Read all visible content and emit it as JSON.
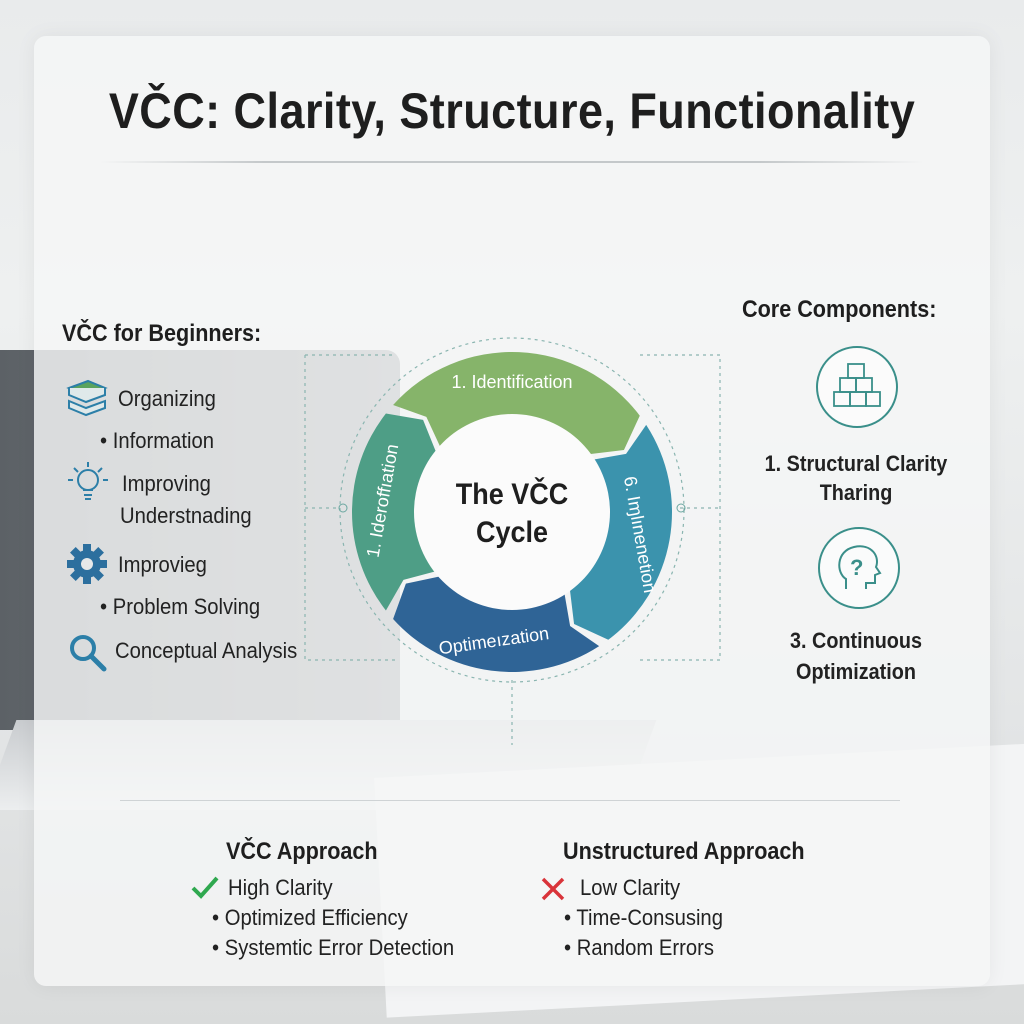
{
  "title": "VČC: Clarity, Structure, Functionality",
  "beginners": {
    "heading": "VČC for Beginners:",
    "items": [
      {
        "icon": "books-icon",
        "label": "Organizing"
      },
      {
        "icon": "bullet",
        "label": "Information"
      },
      {
        "icon": "lightbulb-icon",
        "label": "Improving"
      },
      {
        "icon": "none",
        "label": "Understnading"
      },
      {
        "icon": "gear-icon",
        "label": "Improvieg"
      },
      {
        "icon": "bullet",
        "label": "Problem Solving"
      },
      {
        "icon": "magnifier-icon",
        "label": "Conceptual Analysis"
      }
    ]
  },
  "cycle": {
    "center_line1": "The VČC",
    "center_line2": "Cycle",
    "segments": [
      {
        "label": "1. Identification",
        "color": "#86b46a"
      },
      {
        "label": "6. Iɱlınenetion",
        "color": "#3b93ad"
      },
      {
        "label": "Optimeızation",
        "color": "#2f6496"
      },
      {
        "label": "1. Ideroffıation",
        "color": "#4e9e86"
      }
    ]
  },
  "core": {
    "heading": "Core Components:",
    "items": [
      {
        "icon": "cubes-icon",
        "line1": "1. Structural Clarity",
        "line2": "Tharing"
      },
      {
        "icon": "head-question-icon",
        "line1": "3. Continuous",
        "line2": "Optimization"
      }
    ]
  },
  "comparison": {
    "vcc": {
      "heading": "VČC Approach",
      "items": [
        "High Clarity",
        "Optimized Efficiency",
        "Systemtic Error Detection"
      ]
    },
    "unstructured": {
      "heading": "Unstructured Approach",
      "items": [
        "Low Clarity",
        "Time-Consusing",
        "Random Errors"
      ]
    }
  },
  "colors": {
    "check": "#2fa84f",
    "cross": "#d9343a",
    "accent": "#2c7fa8"
  }
}
